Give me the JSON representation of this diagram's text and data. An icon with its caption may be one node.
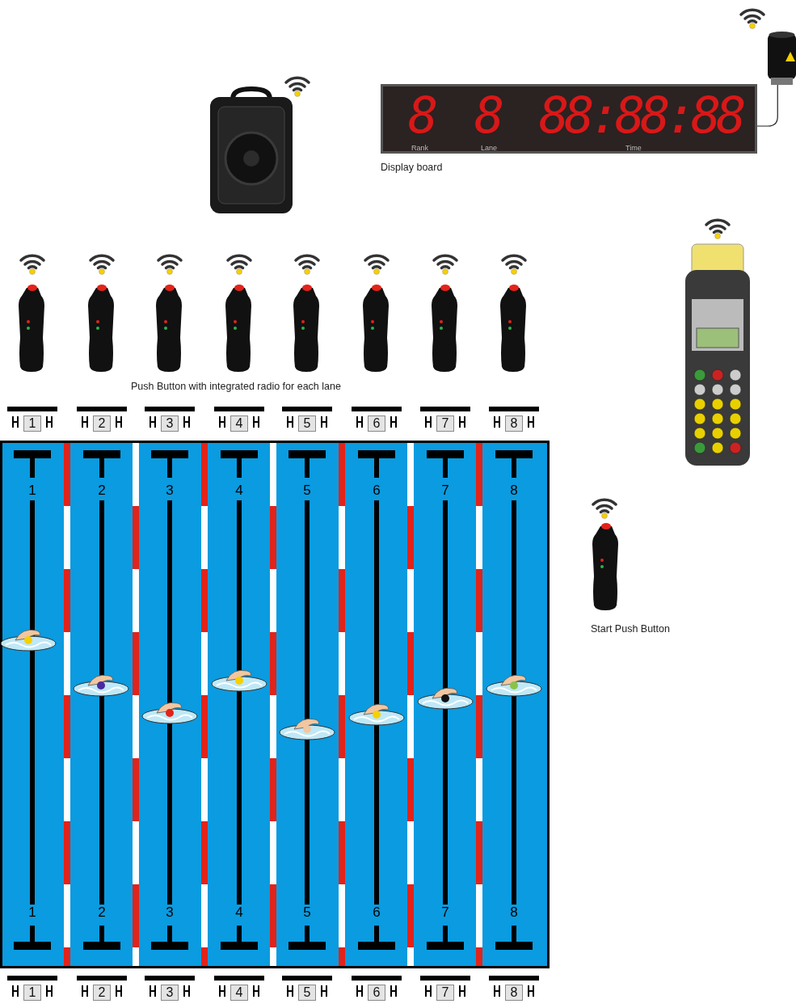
{
  "diagram": {
    "nodes": [
      {
        "text": [
          "Display board"
        ]
      },
      {
        "text": [],
        "shape": "cylinder"
      }
    ],
    "edges": [
      {
        "from": 1,
        "to": 0,
        "arrow": "none"
      }
    ],
    "labels": [
      "8",
      "8",
      "88:88:88",
      "Rank",
      "Lane",
      "Time",
      "Push Button with integrated radio for each lane",
      "1",
      "2",
      "3",
      "4",
      "5",
      "6",
      "7",
      "8",
      "1",
      "2",
      "3",
      "4",
      "5",
      "6",
      "7",
      "8",
      "Start Push Button",
      "1",
      "2",
      "3",
      "4",
      "5",
      "6",
      "7",
      "8",
      "1",
      "2",
      "3",
      "4",
      "5",
      "6",
      "7",
      "8"
    ]
  }
}
